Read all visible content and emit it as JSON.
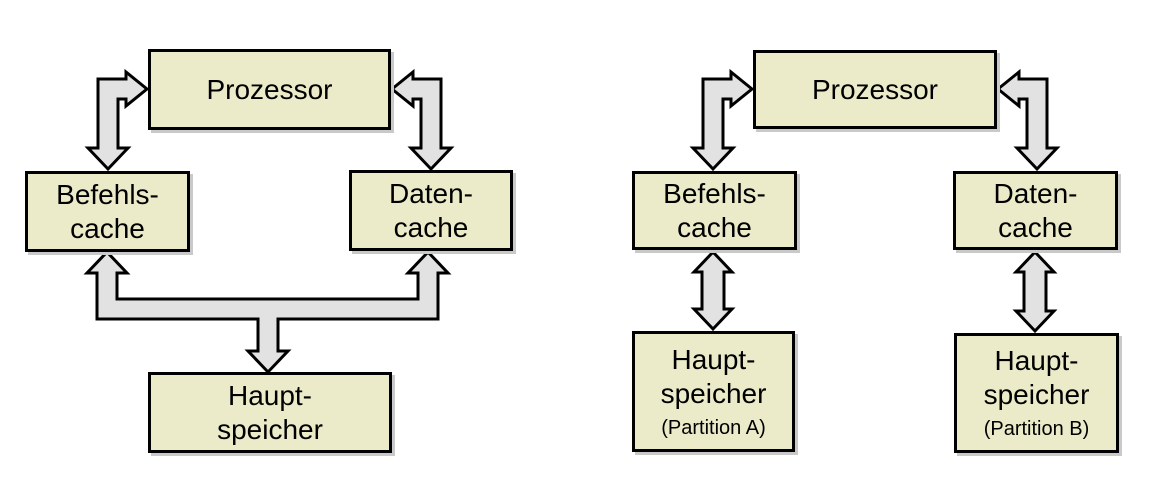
{
  "colors": {
    "background": "#ffffff",
    "box_fill": "#ebebc9",
    "box_border": "#000000",
    "box_shadow": "#c9c9c9",
    "arrow_fill": "#e2e2e2",
    "arrow_stroke": "#000000",
    "text": "#000000"
  },
  "left_diagram": {
    "prozessor": {
      "label": "Prozessor"
    },
    "befehls_cache": {
      "line1": "Befehls-",
      "line2": "cache"
    },
    "daten_cache": {
      "line1": "Daten-",
      "line2": "cache"
    },
    "haupt_speicher": {
      "line1": "Haupt-",
      "line2": "speicher"
    }
  },
  "right_diagram": {
    "prozessor": {
      "label": "Prozessor"
    },
    "befehls_cache": {
      "line1": "Befehls-",
      "line2": "cache"
    },
    "daten_cache": {
      "line1": "Daten-",
      "line2": "cache"
    },
    "haupt_speicher_a": {
      "line1": "Haupt-",
      "line2": "speicher",
      "line3": "(Partition A)"
    },
    "haupt_speicher_b": {
      "line1": "Haupt-",
      "line2": "speicher",
      "line3": "(Partition B)"
    }
  }
}
